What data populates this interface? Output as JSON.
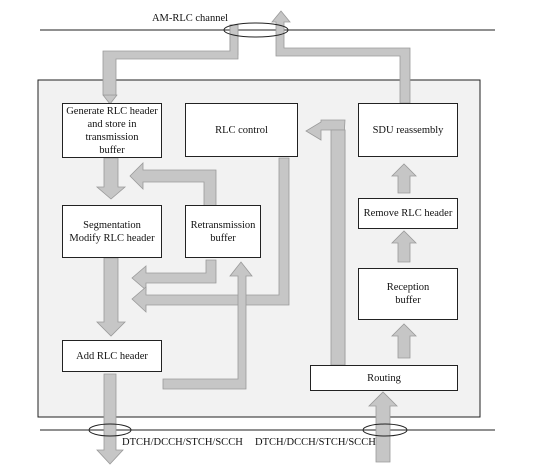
{
  "diagram": {
    "channel_label": "AM-RLC channel",
    "bottom_left_label": "DTCH/DCCH/STCH/SCCH",
    "bottom_right_label": "DTCH/DCCH/STCH/SCCH",
    "boxes": {
      "generate": "Generate RLC header\nand store in\ntransmission\nbuffer",
      "rlc_control": "RLC control",
      "sdu_reassembly": "SDU reassembly",
      "segmentation": "Segmentation\nModify RLC header",
      "retransmission": "Retransmission\nbuffer",
      "remove_header": "Remove RLC header",
      "reception": "Reception\nbuffer",
      "add_header": "Add RLC header",
      "routing": "Routing"
    },
    "colors": {
      "arrow_fill": "#c6c6c6",
      "arrow_stroke": "#9a9a9a",
      "entity_bg": "#f2f2f2"
    }
  }
}
